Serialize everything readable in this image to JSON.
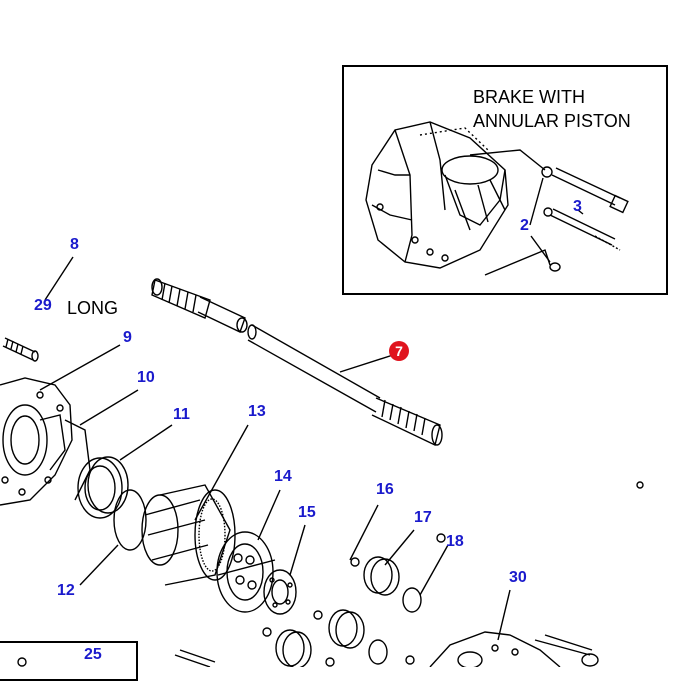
{
  "inset": {
    "title_line1": "BRAKE WITH",
    "title_line2": "ANNULAR PISTON"
  },
  "labels": {
    "long": "LONG"
  },
  "callouts": {
    "c2": "2",
    "c3": "3",
    "c7": "7",
    "c8": "8",
    "c9": "9",
    "c10": "10",
    "c11": "11",
    "c12": "12",
    "c13": "13",
    "c14": "14",
    "c15": "15",
    "c16": "16",
    "c17": "17",
    "c18": "18",
    "c25": "25",
    "c29": "29",
    "c30": "30"
  },
  "colors": {
    "callout": "#1a1acc",
    "hotspot": "#e0141e",
    "line": "#000000"
  }
}
